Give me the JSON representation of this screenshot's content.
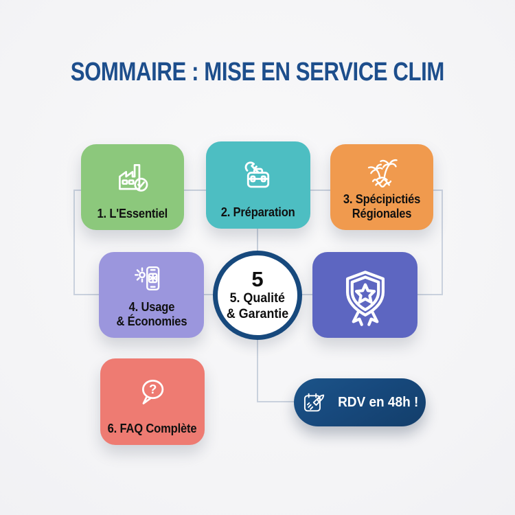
{
  "page": {
    "title": "SOMMAIRE : MISE EN SERVICE CLIM"
  },
  "colors": {
    "title": "#1d4e8c",
    "background": "#f6f6f7",
    "connector": "#c9d1dd",
    "card_green": "#8cc87c",
    "card_teal": "#4dbec2",
    "card_orange": "#f09a4e",
    "card_purple": "#9b96dd",
    "card_indigo": "#5d66c1",
    "card_salmon": "#ee7b72",
    "navy": "#17497d",
    "label_text": "#101010"
  },
  "cards": [
    {
      "icon": "factory-check-icon",
      "label_lines": [
        "1. L'Essentiel"
      ],
      "color": "#8cc87c"
    },
    {
      "icon": "toolbox-wrench-icon",
      "label_lines": [
        "2. Préparation"
      ],
      "color": "#4dbec2"
    },
    {
      "icon": "palm-trees-icon",
      "label_lines": [
        "3. Spécipictiés",
        "Régionales"
      ],
      "color": "#f09a4e"
    },
    {
      "icon": "phone-snowflake-sun-icon",
      "label_lines": [
        "4. Usage",
        "& Économies"
      ],
      "color": "#9b96dd"
    },
    {
      "icon": "award-shield-star-icon",
      "label_lines": [],
      "color": "#5d66c1"
    },
    {
      "icon": "question-bubble-icon",
      "label_lines": [
        "6. FAQ Complète"
      ],
      "color": "#ee7b72",
      "icon_char": "?"
    }
  ],
  "center_badge": {
    "number": "5",
    "label_lines": [
      "5. Qualité",
      "& Garantie"
    ]
  },
  "cta": {
    "label": "RDV en 48h !",
    "icon": "calendar-rocket-icon"
  }
}
